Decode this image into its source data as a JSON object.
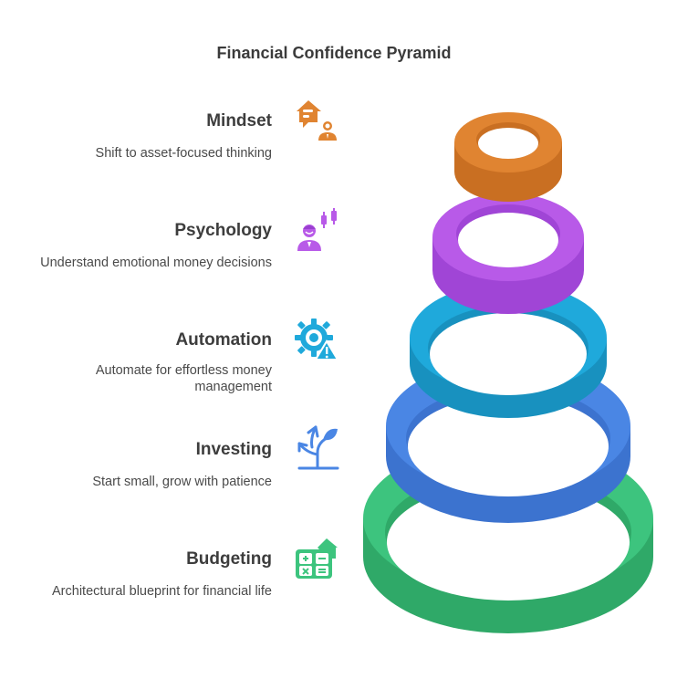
{
  "title": "Financial Confidence Pyramid",
  "levels": [
    {
      "label": "Mindset",
      "description": "Shift to asset-focused thinking",
      "color": "#E08431",
      "icon": "house-person-icon"
    },
    {
      "label": "Psychology",
      "description": "Understand emotional money decisions",
      "color": "#B85AE8",
      "icon": "person-candlestick-icon"
    },
    {
      "label": "Automation",
      "description": "Automate for effortless money management",
      "color": "#1FA9DB",
      "icon": "gear-warning-icon"
    },
    {
      "label": "Investing",
      "description": "Start small, grow with patience",
      "color": "#4A86E4",
      "icon": "plant-arrow-icon"
    },
    {
      "label": "Budgeting",
      "description": "Architectural blueprint for financial life",
      "color": "#3DC47E",
      "icon": "calculator-house-icon"
    }
  ]
}
